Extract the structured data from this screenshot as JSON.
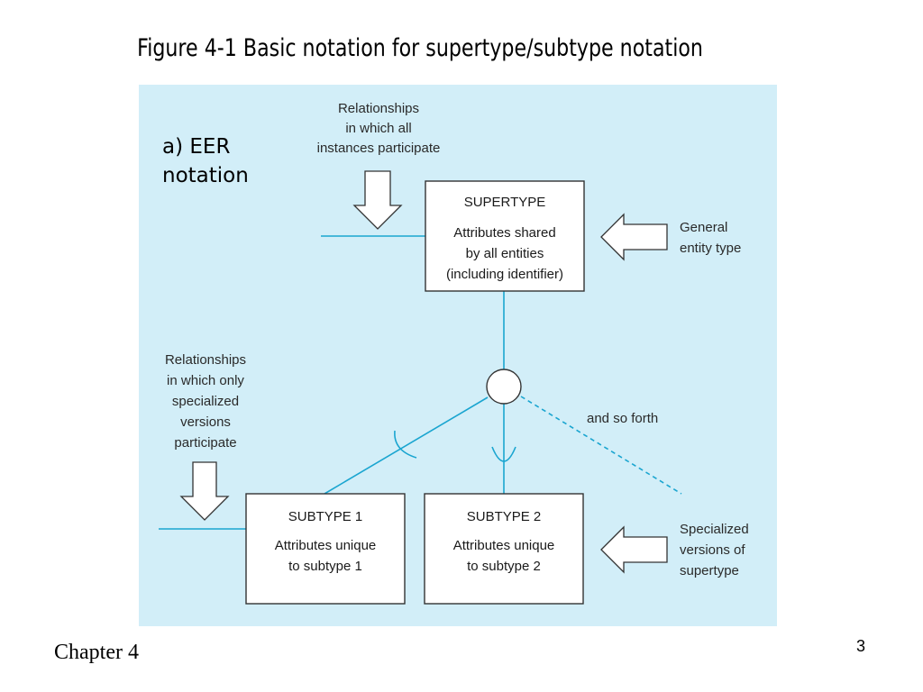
{
  "slide": {
    "title": "Figure 4-1 Basic notation for supertype/subtype notation",
    "footer": "Chapter 4",
    "page_number": "3"
  },
  "diagram": {
    "panel_label": [
      "a) EER",
      "notation"
    ],
    "supertype": {
      "name": "SUPERTYPE",
      "lines": [
        "Attributes shared",
        "by all entities",
        "(including identifier)"
      ]
    },
    "subtype_1": {
      "name": "SUBTYPE 1",
      "lines": [
        "Attributes unique",
        "to subtype 1"
      ]
    },
    "subtype_2": {
      "name": "SUBTYPE 2",
      "lines": [
        "Attributes unique",
        "to subtype 2"
      ]
    },
    "notes": {
      "all_instances": [
        "Relationships",
        "in which all",
        "instances participate"
      ],
      "specialized_only": [
        "Relationships",
        "in which only",
        "specialized",
        "versions",
        "participate"
      ],
      "general_entity": [
        "General",
        "entity type"
      ],
      "specialized_versions": [
        "Specialized",
        "versions of",
        "supertype"
      ],
      "and_so_forth": "and so forth"
    },
    "colors": {
      "panel_background": "#d2eef8",
      "connector_line": "#1aa5d0",
      "box_border": "#333333",
      "box_fill": "#ffffff"
    }
  }
}
